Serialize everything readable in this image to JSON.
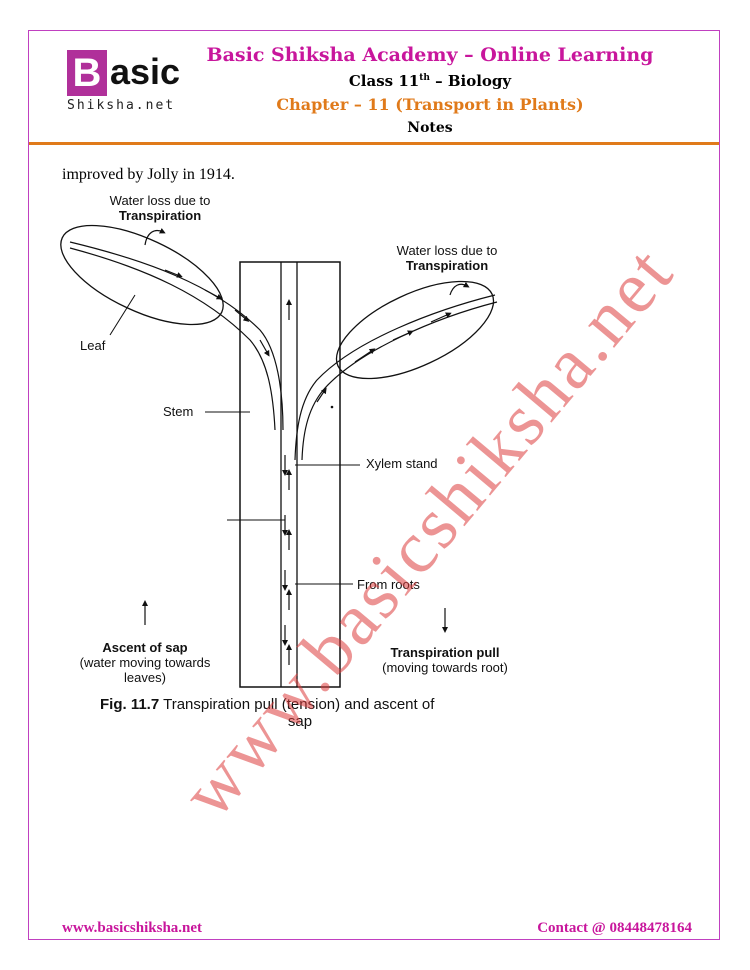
{
  "header": {
    "logo_letter": "B",
    "logo_word": "asic",
    "logo_sub": "Shiksha.net",
    "title": "Basic Shiksha Academy – Online Learning",
    "class_text": "Class 11",
    "class_sup": "th",
    "class_subject": " – Biology",
    "chapter": "Chapter – 11 (Transport in Plants)",
    "notes": "Notes"
  },
  "body": {
    "intro": "improved by Jolly in 1914."
  },
  "figure": {
    "label_water_loss_left_1": "Water loss due to",
    "label_water_loss_left_2": "Transpiration",
    "label_water_loss_right_1": "Water loss due to",
    "label_water_loss_right_2": "Transpiration",
    "label_leaf": "Leaf",
    "label_stem": "Stem",
    "label_xylem": "Xylem stand",
    "label_from_roots": "From roots",
    "ascent_title": "Ascent of sap",
    "ascent_desc_1": "(water moving towards",
    "ascent_desc_2": "leaves)",
    "pull_title": "Transpiration pull",
    "pull_desc": "(moving towards root)",
    "caption_fig": "Fig. 11.7",
    "caption_text": " Transpiration pull (tension) and ascent of",
    "caption_text_2": "sap"
  },
  "watermark": "www.basicshiksha.net",
  "footer": {
    "website": "www.basicshiksha.net",
    "contact": "Contact @  08448478164"
  },
  "colors": {
    "brand_magenta": "#c8169c",
    "chapter_orange": "#e07a1a",
    "watermark_red": "#dc3c3c"
  }
}
